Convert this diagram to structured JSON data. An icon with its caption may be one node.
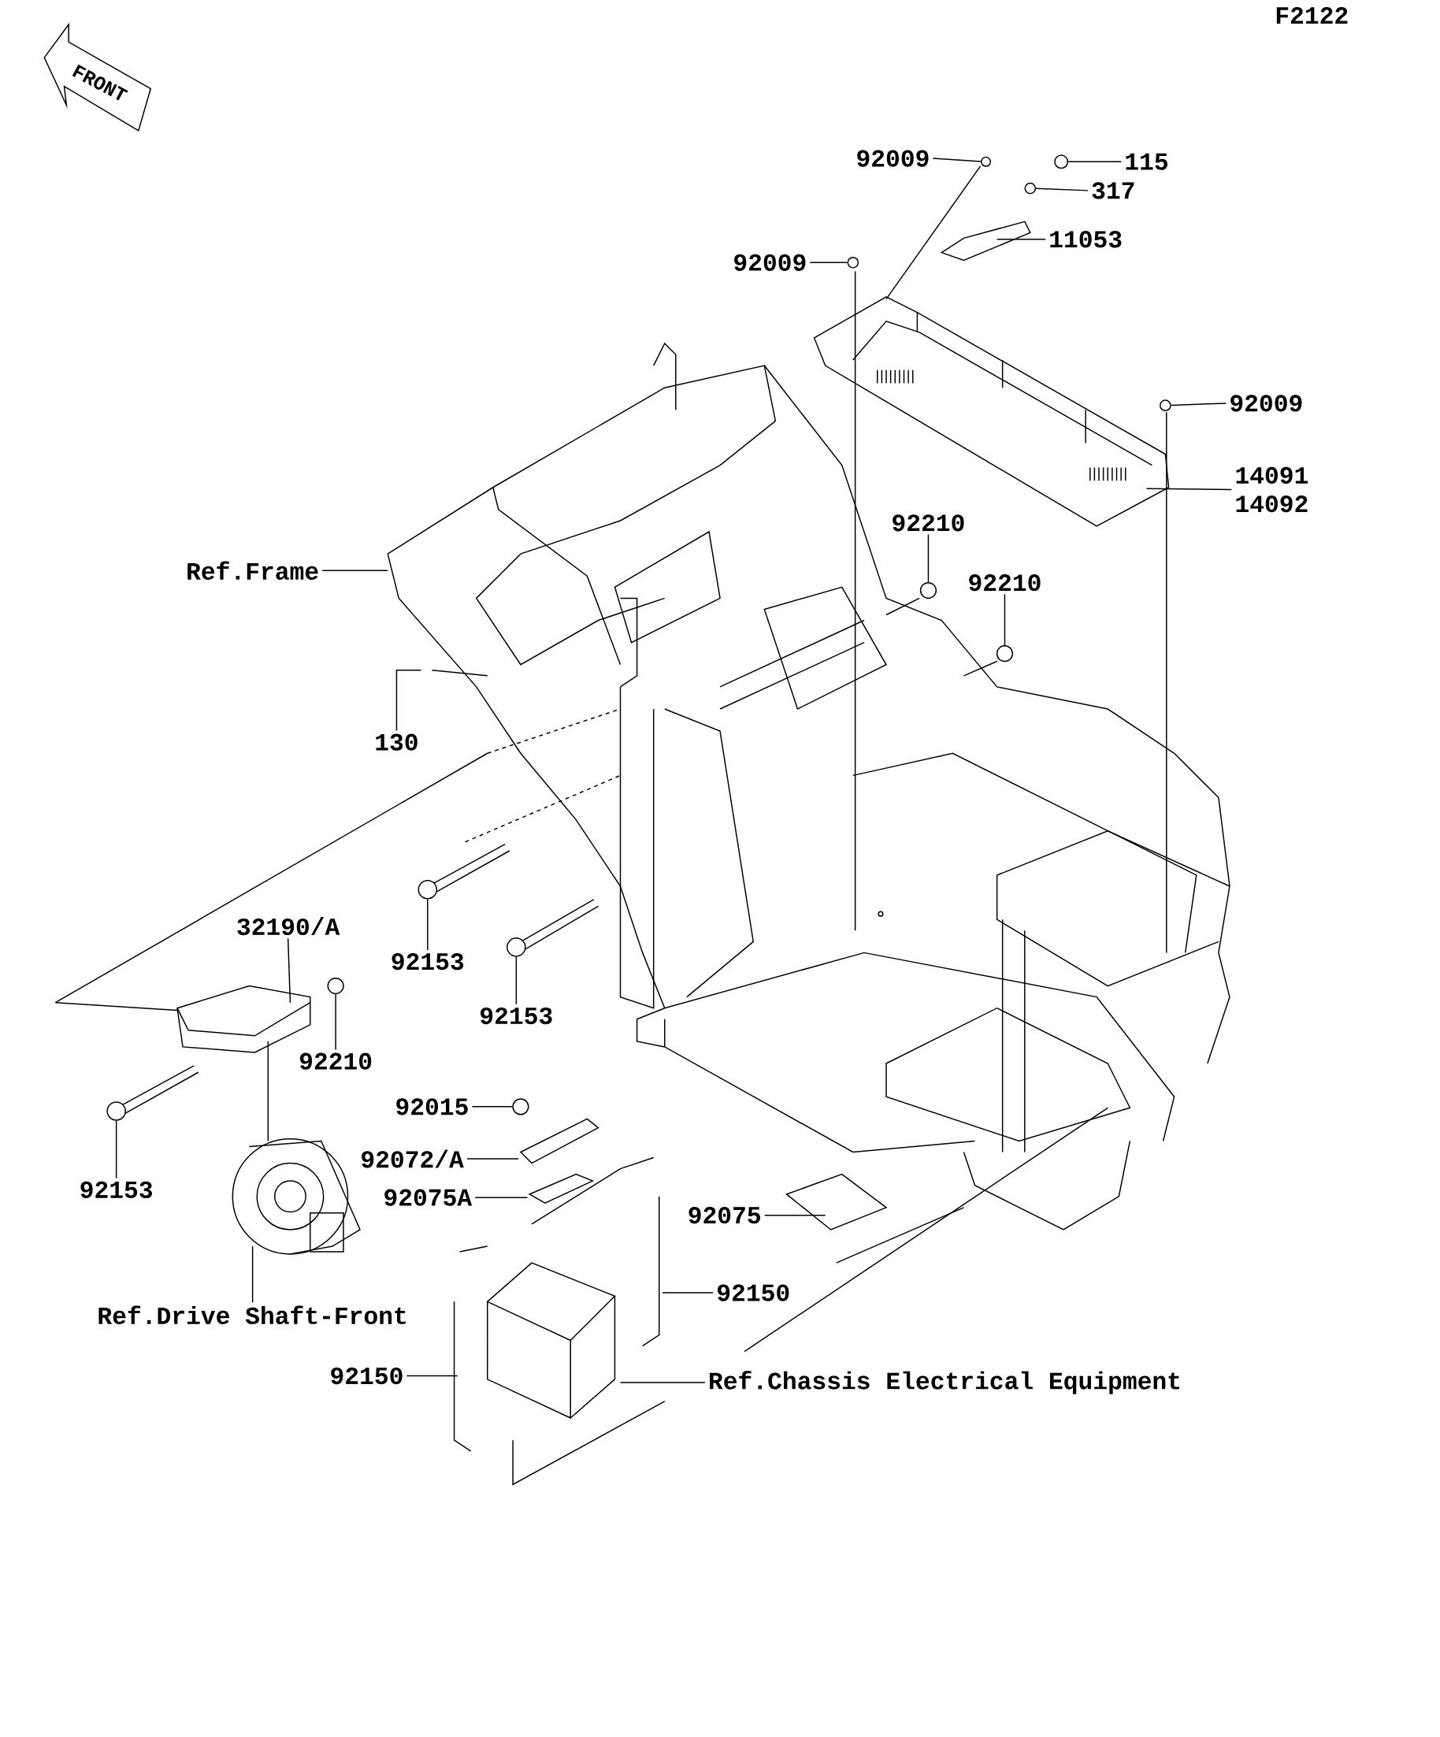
{
  "diagram": {
    "nodes": [
      {
        "text": [
          "92009"
        ]
      },
      {
        "text": [
          "115"
        ]
      },
      {
        "text": [
          "317"
        ]
      },
      {
        "text": [
          "11053"
        ]
      },
      {
        "text": [
          "92009"
        ]
      },
      {
        "text": [
          "92009"
        ]
      },
      {
        "text": [
          "14091",
          "14092"
        ]
      },
      {
        "text": [
          "Ref.Frame"
        ]
      },
      {
        "text": [
          "92210"
        ]
      },
      {
        "text": [
          "92210"
        ]
      },
      {
        "text": [
          "130"
        ]
      },
      {
        "text": [
          "32190/A"
        ]
      },
      {
        "text": [
          "92153"
        ]
      },
      {
        "text": [
          "92153"
        ]
      },
      {
        "text": [
          "92210"
        ]
      },
      {
        "text": [
          "92015"
        ]
      },
      {
        "text": [
          "92072/A"
        ]
      },
      {
        "text": [
          "92075A"
        ]
      },
      {
        "text": [
          "92153"
        ]
      },
      {
        "text": [
          "92075"
        ]
      },
      {
        "text": [
          "92150"
        ]
      },
      {
        "text": [
          "Ref.Drive Shaft-Front"
        ]
      },
      {
        "text": [
          "92150"
        ]
      },
      {
        "text": [
          "Ref.Chassis Electrical Equipment"
        ]
      },
      {
        "text": [],
        "shape": "circle"
      },
      {
        "text": [],
        "shape": "circle"
      },
      {
        "text": [],
        "shape": "circle"
      },
      {
        "text": [],
        "shape": "circle"
      },
      {
        "text": [],
        "shape": "circle"
      },
      {
        "text": [],
        "shape": "circle"
      },
      {
        "text": [],
        "shape": "circle"
      },
      {
        "text": [],
        "shape": "circle"
      },
      {
        "text": [],
        "shape": "circle"
      },
      {
        "text": [],
        "shape": "circle"
      },
      {
        "text": [],
        "shape": "circle"
      },
      {
        "text": [],
        "shape": "circle"
      }
    ],
    "edges": [
      {
        "from": 0,
        "to": 24,
        "arrow": "none"
      },
      {
        "from": 1,
        "to": 25,
        "arrow": "none"
      },
      {
        "from": 2,
        "to": 26,
        "arrow": "none"
      },
      {
        "from": 3,
        "to": null,
        "arrow": "none"
      },
      {
        "from": 4,
        "to": 27,
        "arrow": "none"
      },
      {
        "from": 5,
        "to": 28,
        "arrow": "none"
      },
      {
        "from": 6,
        "to": null,
        "arrow": "none"
      },
      {
        "from": 7,
        "to": null,
        "arrow": "none"
      },
      {
        "from": 8,
        "to": 29,
        "arrow": "none"
      },
      {
        "from": 9,
        "to": 30,
        "arrow": "none"
      },
      {
        "from": 10,
        "to": null,
        "arrow": "none"
      },
      {
        "from": 11,
        "to": null,
        "arrow": "none"
      },
      {
        "from": 12,
        "to": 31,
        "arrow": "none"
      },
      {
        "from": 13,
        "to": 32,
        "arrow": "none"
      },
      {
        "from": 14,
        "to": 33,
        "arrow": "none"
      },
      {
        "from": 15,
        "to": 34,
        "arrow": "none"
      },
      {
        "from": 16,
        "to": null,
        "arrow": "none"
      },
      {
        "from": 17,
        "to": null,
        "arrow": "none"
      },
      {
        "from": 18,
        "to": 35,
        "arrow": "none"
      },
      {
        "from": 19,
        "to": null,
        "arrow": "none"
      },
      {
        "from": 20,
        "to": null,
        "arrow": "none"
      },
      {
        "from": 21,
        "to": null,
        "arrow": "none"
      },
      {
        "from": 22,
        "to": null,
        "arrow": "none"
      },
      {
        "from": 23,
        "to": null,
        "arrow": "none"
      }
    ],
    "labels": [
      "F2122",
      "FRONT"
    ]
  }
}
